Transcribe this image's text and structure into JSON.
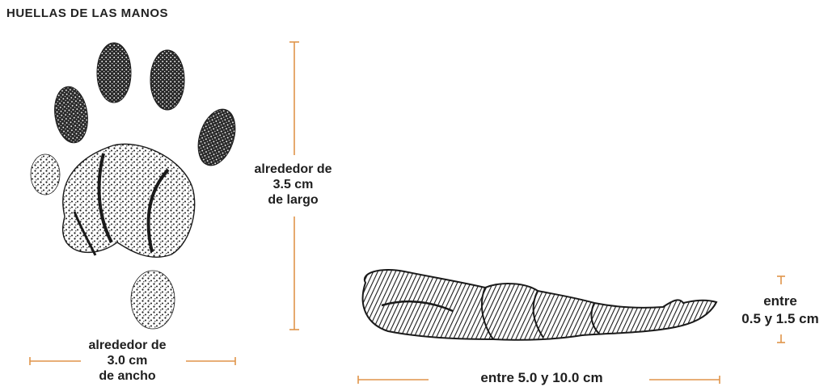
{
  "title": "HUELLAS DE LAS MANOS",
  "colors": {
    "measure_line": "#e0944a",
    "ink": "#1a1a1a",
    "background": "#ffffff"
  },
  "labels": {
    "length": [
      "alrededor de",
      "3.5 cm",
      "de largo"
    ],
    "width": [
      "alrededor de",
      "3.0 cm",
      "de ancho"
    ],
    "scat_length": "entre 5.0 y 10.0 cm",
    "scat_diameter": [
      "entre",
      "0.5 y 1.5 cm"
    ]
  }
}
